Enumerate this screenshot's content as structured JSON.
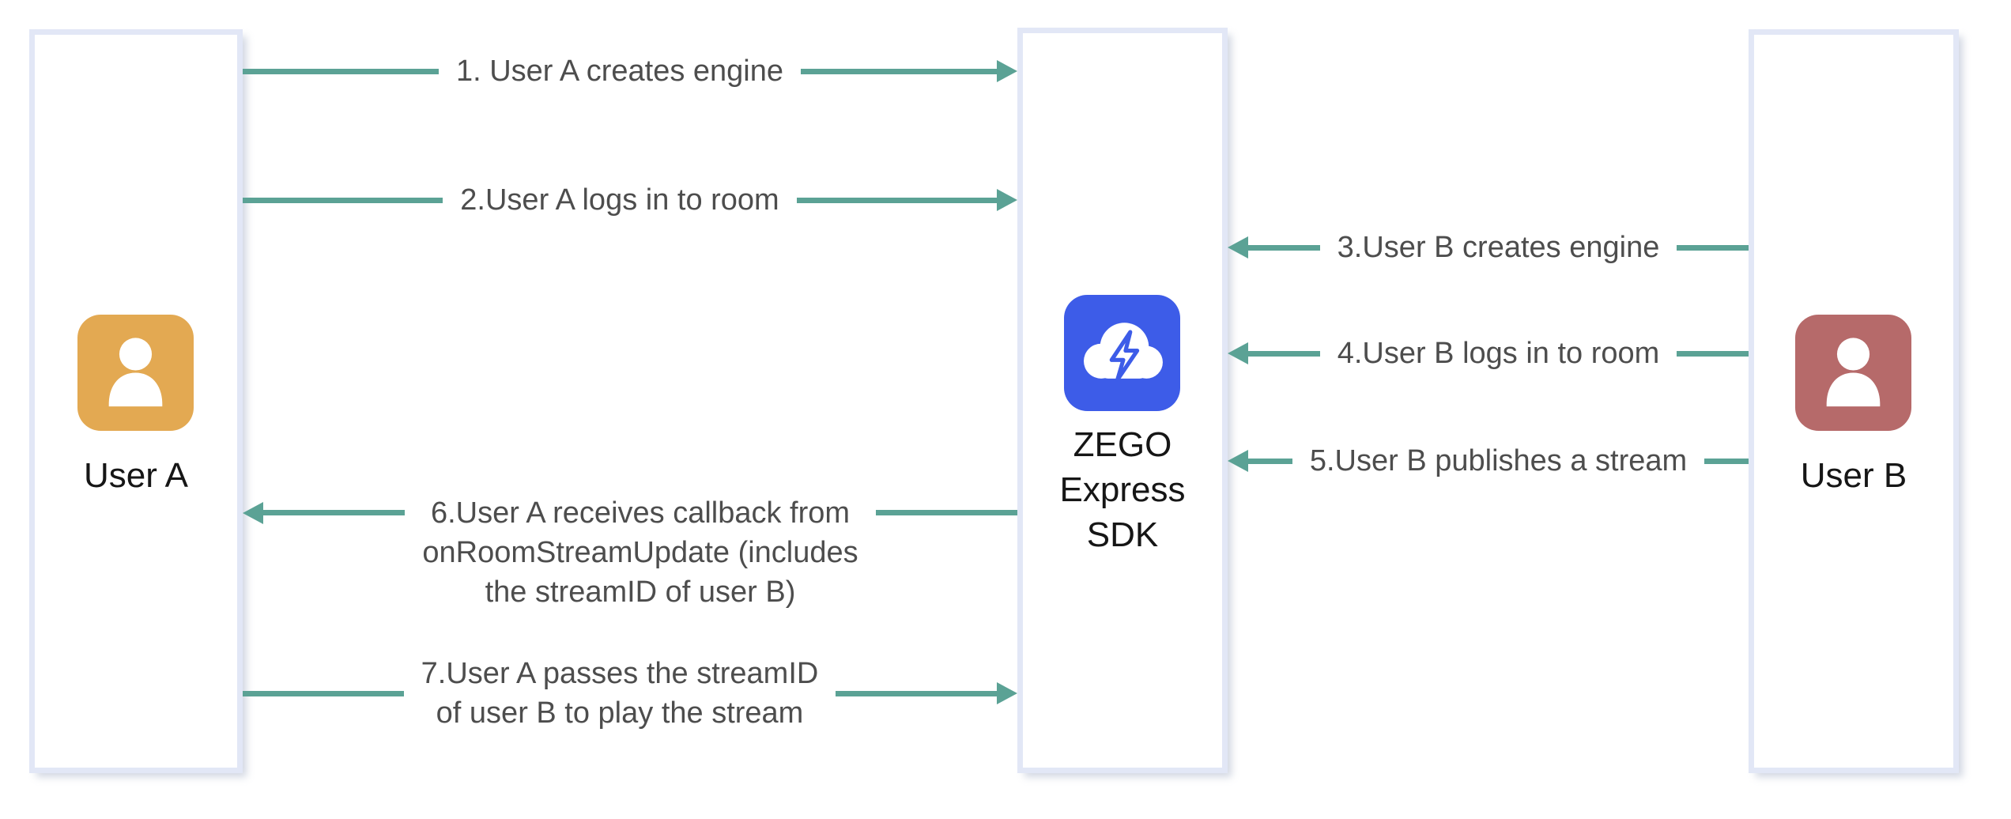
{
  "diagram": {
    "title_semantic": "ZEGO Express SDK publish/play stream sequence diagram",
    "colors": {
      "arrow_teal": "#5ba295",
      "message_text": "#4d4d4d",
      "entity_text": "#161616",
      "lane_border": "#e2e7f6",
      "user_a_icon": "#e3a952",
      "user_b_icon": "#b66a6a",
      "sdk_icon": "#3d5ce8",
      "background": "#ffffff"
    },
    "entities": [
      {
        "id": "user-a",
        "label": "User A",
        "icon": "person-icon",
        "icon_color": "#e3a952"
      },
      {
        "id": "zego-sdk",
        "label": "ZEGO Express SDK",
        "label_lines": [
          "ZEGO",
          "Express",
          "SDK"
        ],
        "icon": "cloud-lightning-icon",
        "icon_color": "#3d5ce8"
      },
      {
        "id": "user-b",
        "label": "User B",
        "icon": "person-icon",
        "icon_color": "#b66a6a"
      }
    ],
    "messages": [
      {
        "num": 1,
        "label": "1. User A creates engine",
        "from": "user-a",
        "to": "zego-sdk",
        "direction": "right"
      },
      {
        "num": 2,
        "label": "2.User A logs in to room",
        "from": "user-a",
        "to": "zego-sdk",
        "direction": "right"
      },
      {
        "num": 3,
        "label": "3.User B creates engine",
        "from": "user-b",
        "to": "zego-sdk",
        "direction": "left"
      },
      {
        "num": 4,
        "label": "4.User B logs in to room",
        "from": "user-b",
        "to": "zego-sdk",
        "direction": "left"
      },
      {
        "num": 5,
        "label": "5.User B publishes a stream",
        "from": "user-b",
        "to": "zego-sdk",
        "direction": "left"
      },
      {
        "num": 6,
        "label": "6.User A receives callback from onRoomStreamUpdate (includes the streamID of user B)",
        "label_lines": [
          "6.User A receives callback from",
          "onRoomStreamUpdate (includes",
          "the streamID of user B)"
        ],
        "from": "zego-sdk",
        "to": "user-a",
        "direction": "left"
      },
      {
        "num": 7,
        "label": "7.User A passes the streamID of user B to play the stream",
        "label_lines": [
          "7.User A passes the streamID",
          "of user B to play the stream"
        ],
        "from": "user-a",
        "to": "zego-sdk",
        "direction": "right"
      }
    ]
  }
}
